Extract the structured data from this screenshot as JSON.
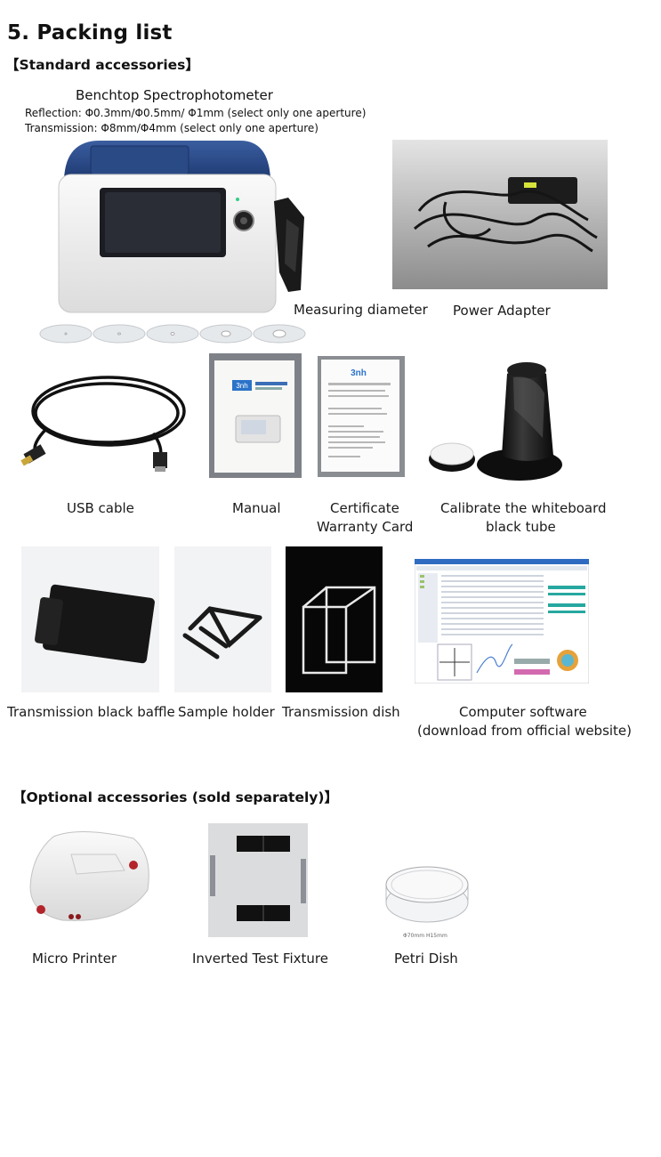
{
  "section_title": "5. Packing list",
  "standard_heading": "【Standard accessories】",
  "spectro": {
    "name": "Benchtop Spectrophotometer",
    "reflection": "Reflection: Φ0.3mm/Φ0.5mm/ Φ1mm (select only one aperture)",
    "transmission": "Transmission: Φ8mm/Φ4mm (select only one aperture)",
    "brand": "3nh"
  },
  "captions": {
    "measuring_diameter": "Measuring diameter",
    "power_adapter": "Power Adapter",
    "usb_cable": "USB cable",
    "manual": "Manual",
    "certificate_1": "Certificate",
    "certificate_2": "Warranty Card",
    "calibrate_1": "Calibrate the whiteboard",
    "calibrate_2": "black tube",
    "black_baffle": "Transmission black baffle",
    "sample_holder": "Sample holder",
    "transmission_dish": "Transmission dish",
    "software_1": "Computer software",
    "software_2": "(download from official website)"
  },
  "optional_heading": "【Optional accessories (sold separately)】",
  "optional_captions": {
    "micro_printer": "Micro Printer",
    "inverted_fixture": "Inverted Test Fixture",
    "petri_dish": "Petri Dish"
  },
  "petri_size_label": "Φ70mm H15mm",
  "colors": {
    "device_blue": "#2a4a86",
    "text": "#111111"
  }
}
